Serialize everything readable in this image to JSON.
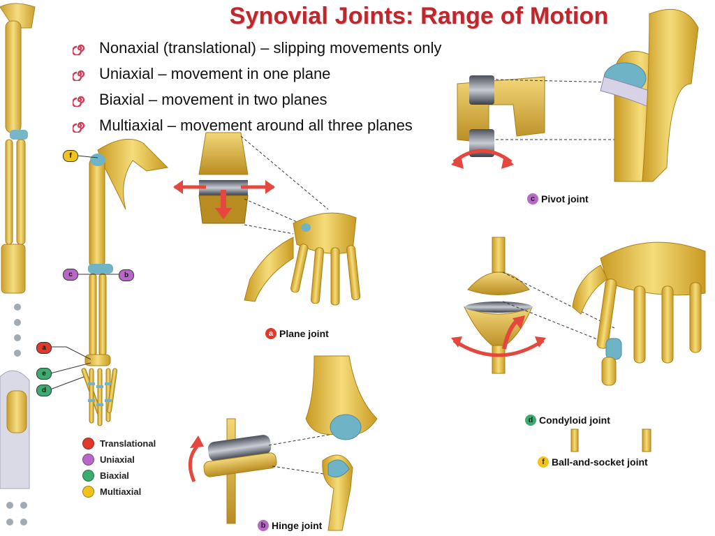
{
  "slide": {
    "title": "Synovial Joints: Range of Motion",
    "bullets": [
      "Nonaxial (translational) – slipping movements only",
      "Uniaxial – movement in one plane",
      "Biaxial – movement in two planes",
      "Multiaxial – movement around all three planes"
    ]
  },
  "labels": {
    "plane": {
      "letter": "a",
      "text": "Plane joint"
    },
    "hinge": {
      "letter": "b",
      "text": "Hinge joint"
    },
    "pivot": {
      "letter": "c",
      "text": "Pivot joint"
    },
    "condyloid": {
      "letter": "d",
      "text": "Condyloid joint"
    },
    "ball": {
      "letter": "f",
      "text": "Ball-and-socket joint"
    }
  },
  "arm_tags": [
    {
      "letter": "f",
      "color": "#f2c31c"
    },
    {
      "letter": "c",
      "color": "#b867c6"
    },
    {
      "letter": "b",
      "color": "#b867c6"
    },
    {
      "letter": "a",
      "color": "#e0392c"
    },
    {
      "letter": "e",
      "color": "#3bab6f"
    },
    {
      "letter": "d",
      "color": "#3bab6f"
    }
  ],
  "legend": [
    {
      "name": "Translational",
      "color": "#e0392c"
    },
    {
      "name": "Uniaxial",
      "color": "#b867c6"
    },
    {
      "name": "Biaxial",
      "color": "#3bab6f"
    },
    {
      "name": "Multiaxial",
      "color": "#f2c31c"
    }
  ],
  "colors": {
    "title": "#c0262c",
    "bone": "#e8c64a",
    "cartilage": "#6fb3c6",
    "arrow": "#e4473e",
    "bullet": "#d23a55"
  }
}
